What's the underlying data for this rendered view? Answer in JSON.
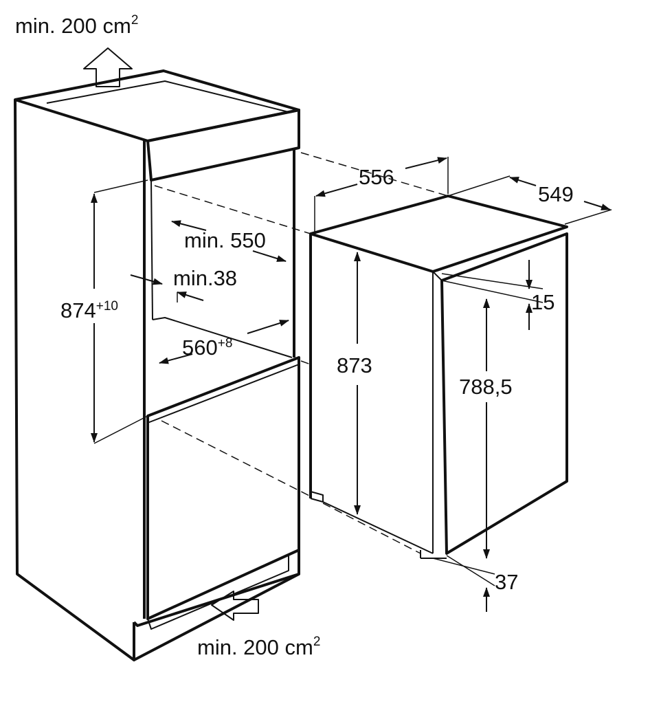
{
  "diagram": {
    "ventilation_top": {
      "text": "min. 200 cm",
      "sup": "2"
    },
    "ventilation_bottom": {
      "text": "min. 200 cm",
      "sup": "2"
    },
    "niche_height": {
      "text": "874",
      "sup": "+10"
    },
    "niche_depth": {
      "text": "min. 550"
    },
    "niche_gap": {
      "text": "min.38"
    },
    "niche_width": {
      "text": "560",
      "sup": "+8"
    },
    "appliance_width": {
      "text": "556"
    },
    "appliance_depth": {
      "text": "549"
    },
    "appliance_height": {
      "text": "873"
    },
    "door_top_offset": {
      "text": "15"
    },
    "door_height": {
      "text": "788,5"
    },
    "door_bottom_offset": {
      "text": "37"
    }
  }
}
